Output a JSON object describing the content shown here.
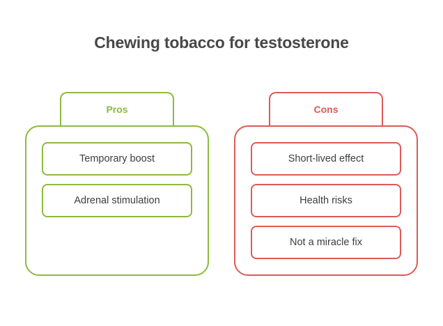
{
  "title": "Chewing tobacco for testosterone",
  "colors": {
    "pros": "#8cba3e",
    "cons": "#dd5a58",
    "title": "#484848",
    "text": "#3d3d3d"
  },
  "pros": {
    "label": "Pros",
    "items": [
      "Temporary boost",
      "Adrenal stimulation"
    ]
  },
  "cons": {
    "label": "Cons",
    "items": [
      "Short-lived effect",
      "Health risks",
      "Not a miracle fix"
    ]
  }
}
